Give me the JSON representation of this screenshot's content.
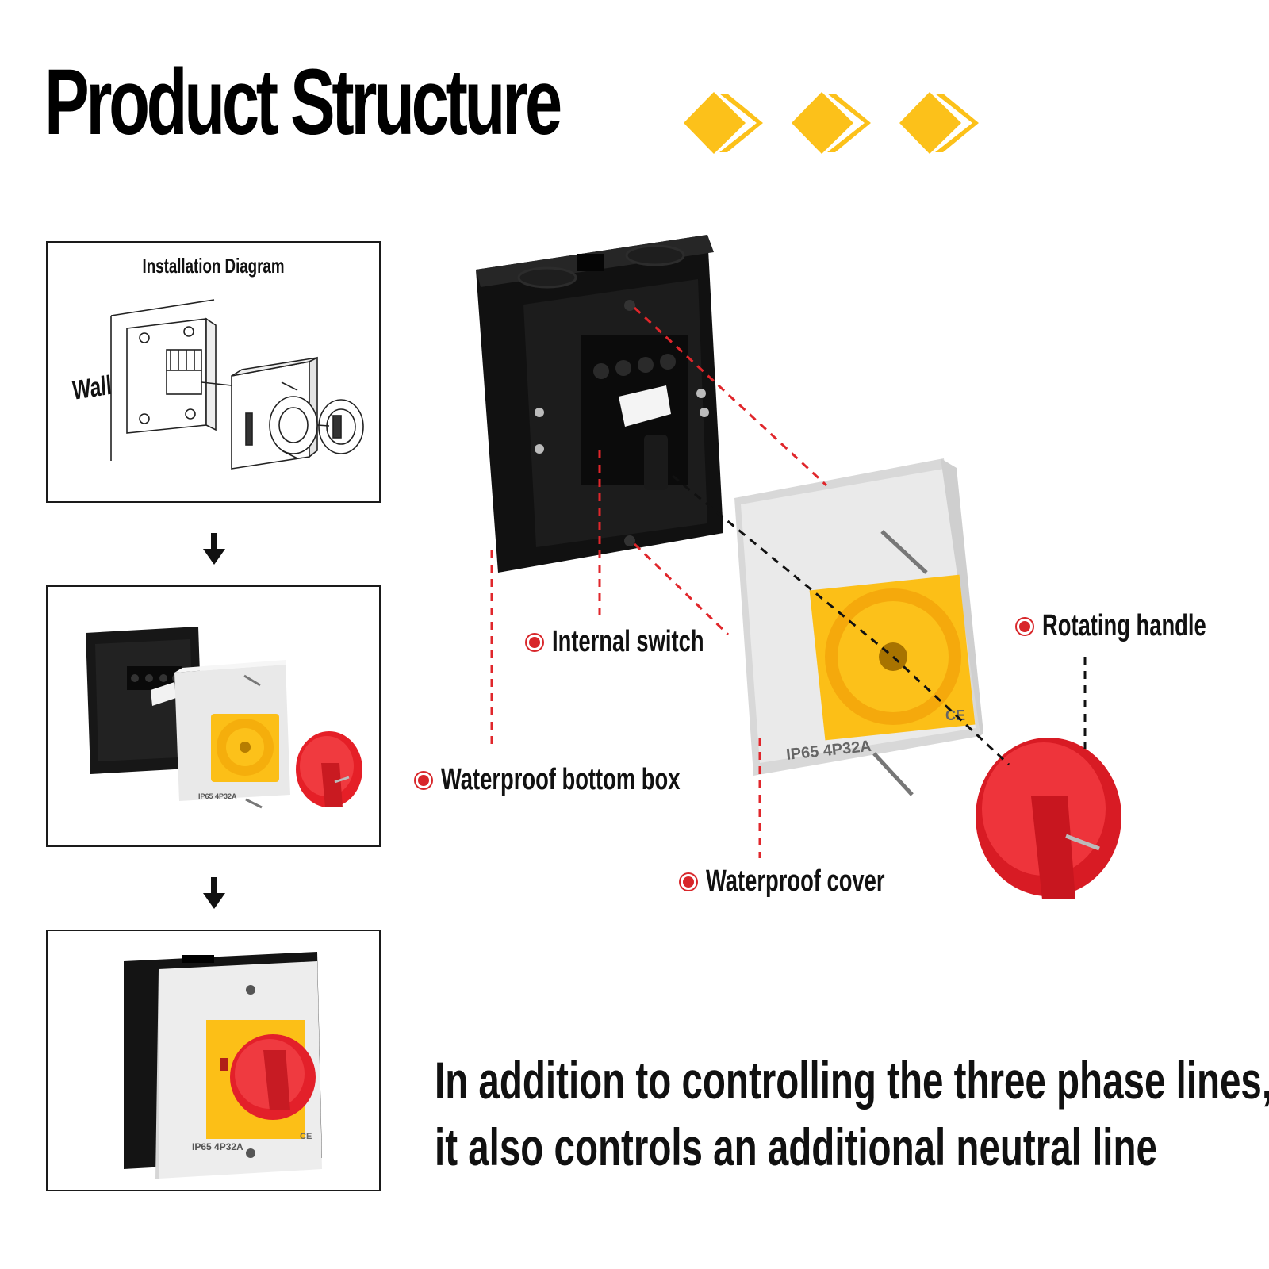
{
  "page_title": "Product Structure",
  "installation_panel": {
    "title": "Installation Diagram",
    "wall_label": "Wall"
  },
  "callouts": {
    "internal_switch": "Internal switch",
    "waterproof_bottom_box": "Waterproof bottom box",
    "waterproof_cover": "Waterproof cover",
    "rotating_handle": "Rotating handle"
  },
  "cover_marking": "IP65 4P32A",
  "ce_mark": "CE",
  "description": {
    "line1": "In addition to controlling the three phase lines,",
    "line2": "it also controls an additional neutral line"
  },
  "colors": {
    "accent_yellow": "#fcc11a",
    "handle_red": "#e8232a",
    "callout_red": "#d8262a",
    "box_black": "#141414",
    "cover_grey": "#e6e6e6"
  }
}
